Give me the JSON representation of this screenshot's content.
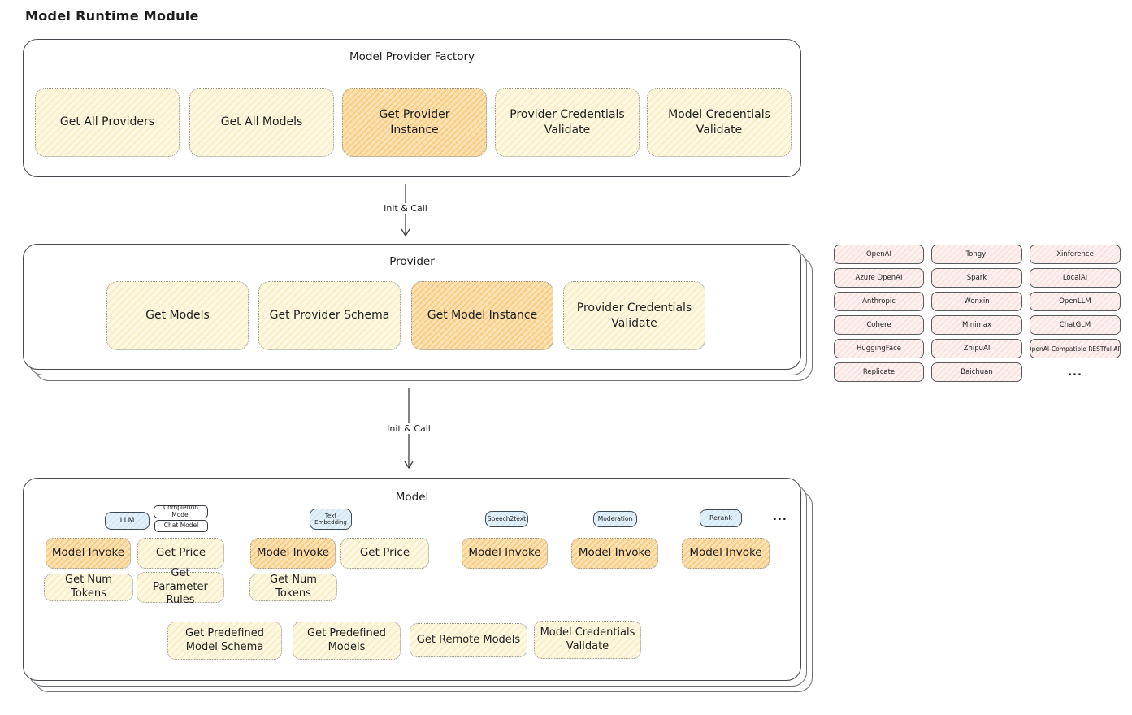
{
  "page": {
    "title": "Model Runtime Module"
  },
  "arrows": {
    "init_call_label": "Init & Call"
  },
  "factory": {
    "title": "Model Provider Factory",
    "buttons": [
      {
        "label": "Get All Providers",
        "highlighted": false
      },
      {
        "label": "Get All Models",
        "highlighted": false
      },
      {
        "label": "Get Provider Instance",
        "highlighted": true
      },
      {
        "label": "Provider Credentials Validate",
        "highlighted": false
      },
      {
        "label": "Model Credentials Validate",
        "highlighted": false
      }
    ]
  },
  "provider": {
    "title": "Provider",
    "buttons": [
      {
        "label": "Get Models",
        "highlighted": false
      },
      {
        "label": "Get Provider Schema",
        "highlighted": false
      },
      {
        "label": "Get Model Instance",
        "highlighted": true
      },
      {
        "label": "Provider Credentials Validate",
        "highlighted": false
      }
    ]
  },
  "model": {
    "title": "Model",
    "tabs": {
      "llm": "LLM",
      "completion": "Completion Model",
      "chat": "Chat Model",
      "text_embedding": "Text Embedding",
      "speech2text": "Speech2text",
      "moderation": "Moderation",
      "rerank": "Rerank",
      "more": "..."
    },
    "buttons": {
      "model_invoke": "Model Invoke",
      "get_price": "Get Price",
      "get_num_tokens": "Get Num Tokens",
      "get_parameter_rules": "Get Parameter Rules",
      "get_predefined_model_schema": "Get Predefined Model Schema",
      "get_predefined_models": "Get Predefined Models",
      "get_remote_models": "Get Remote Models",
      "model_credentials_validate": "Model Credentials Validate"
    }
  },
  "providers_grid": {
    "rows": [
      [
        "OpenAI",
        "Tongyi",
        "Xinference"
      ],
      [
        "Azure OpenAI",
        "Spark",
        "LocalAI"
      ],
      [
        "Anthropic",
        "Wenxin",
        "OpenLLM"
      ],
      [
        "Cohere",
        "Minimax",
        "ChatGLM"
      ],
      [
        "HuggingFace",
        "ZhipuAI",
        "OpenAI-Compatible RESTful API"
      ],
      [
        "Replicate",
        "Baichuan",
        "..."
      ]
    ]
  },
  "colors": {
    "node_fill": "#fdf8e2",
    "node_highlight_fill": "#fce0ae",
    "tab_fill": "#e2f0fa",
    "provider_cell_fill": "#fdf1f0",
    "stroke": "#1e1e1e"
  }
}
